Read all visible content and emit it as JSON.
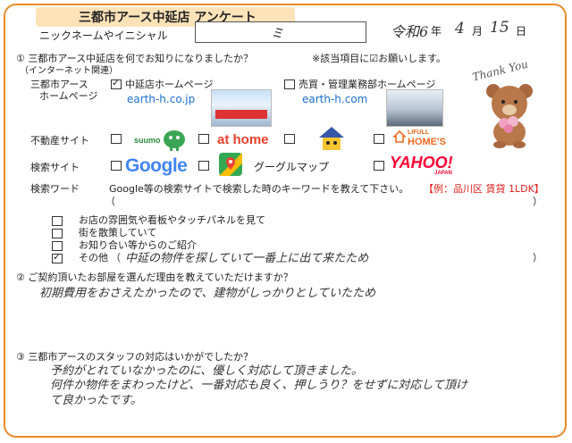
{
  "header": {
    "title": "三都市アース中延店 アンケート",
    "nickname_label": "ニックネームやイニシャル",
    "nickname_value": "ミ",
    "date_era": "令和6",
    "date_year_suffix": "年",
    "date_month": "4",
    "date_month_suffix": "月",
    "date_day": "15",
    "date_day_suffix": "日"
  },
  "q1": {
    "question": "① 三都市アース中延店を何でお知りになりましたか？",
    "note": "※該当項目に☑お願いします。",
    "internet_label": "（インターネット関連）",
    "row_homepage_label_1": "三都市アース",
    "row_homepage_label_2": "ホームページ",
    "opt_nakanobu_hp": "中延店ホームページ",
    "opt_nakanobu_url": "earth-h.co.jp",
    "opt_sales_hp": "売買・管理業務部ホームページ",
    "opt_sales_url": "earth-h.com",
    "row_realestate_label": "不動産サイト",
    "logo_suumo": "suumo",
    "logo_athome": "at home",
    "logo_homes_small": "LIFULL",
    "logo_homes": "HOME'S",
    "row_search_label": "検索サイト",
    "logo_google": "Google",
    "opt_googlemap": "グーグルマップ",
    "logo_yahoo": "YAHOO!",
    "logo_yahoo_sub": "JAPAN",
    "row_keyword_label": "検索ワード",
    "keyword_instruction": "Google等の検索サイトで検索した時のキーワードを教えて下さい。",
    "keyword_example": "【例：品川区 賃貸 1LDK】",
    "paren_open": "（",
    "paren_close": "）",
    "opt_storefront": "お店の雰囲気や看板やタッチパネルを見て",
    "opt_walking": "街を散策していて",
    "opt_referral": "お知り合い等からのご紹介",
    "opt_other": "その他",
    "other_answer": "中延の物件を探していて一番上に出て来たため"
  },
  "q2": {
    "question": "② ご契約頂いたお部屋を選んだ理由を教えていただけますか？",
    "answer": "初期費用をおさえたかったので、建物がしっかりとしていたため"
  },
  "q3": {
    "question": "③ 三都市アースのスタッフの対応はいかがでしたか？",
    "answer_line1": "予約がとれていなかったのに、優しく対応して頂きました。",
    "answer_line2": "何件か物件をまわったけど、一番対応も良く、押しうり？をせずに対応して頂け",
    "answer_line3": "て良かったです。"
  },
  "decor": {
    "thank_you": "Thank You",
    "check_mark": "✓"
  },
  "colors": {
    "border": "#e98a2a",
    "title_bg": "#ffe3b8",
    "example_red": "#e0201c",
    "link_blue": "#1b6fd1"
  }
}
